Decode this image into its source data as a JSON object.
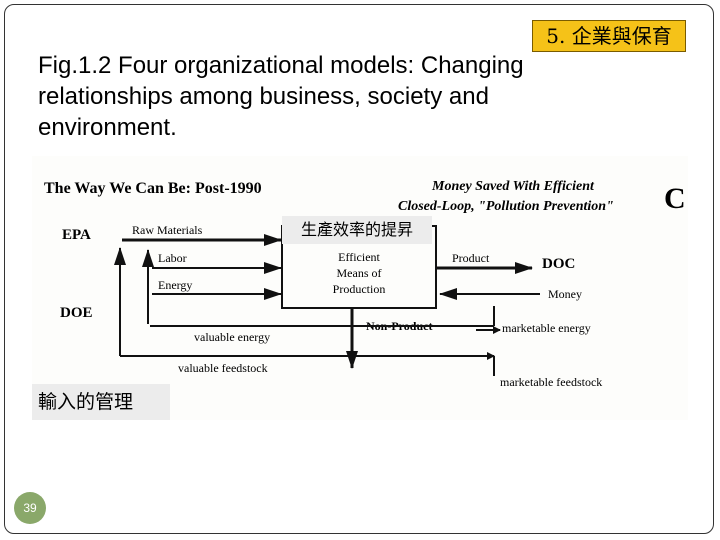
{
  "slide": {
    "corner_tag": "5. 企業與保育",
    "title": "Fig.1.2 Four organizational models: Changing relationships among business, society and environment.",
    "page_number": "39",
    "annotation_top": "生產效率的提昇",
    "annotation_bottom": "輸入的管理"
  },
  "diagram": {
    "heading": "The Way We Can Be:  Post-1990",
    "subheading_line1": "Money Saved With Efficient",
    "subheading_line2": "Closed-Loop, \"Pollution Prevention\"",
    "model_letter": "C",
    "epa": "EPA",
    "doe": "DOE",
    "doc": "DOC",
    "raw_materials": "Raw Materials",
    "labor": "Labor",
    "energy": "Energy",
    "center_line1": "Efficient",
    "center_line2": "Means of",
    "center_line3": "Production",
    "product": "Product",
    "money": "Money",
    "non_product": "Non-Product",
    "valuable_energy": "valuable energy",
    "valuable_feedstock": "valuable feedstock",
    "marketable_energy": "marketable energy",
    "marketable_feedstock": "marketable feedstock"
  }
}
